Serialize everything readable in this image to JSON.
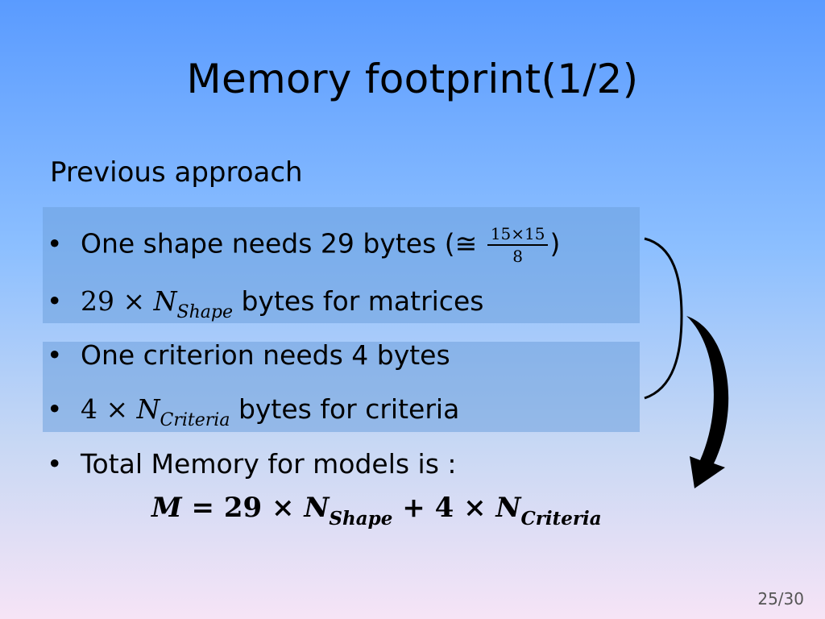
{
  "slide": {
    "title": "Memory footprint(1/2)",
    "subheading": "Previous approach",
    "bullet_char": "•",
    "bullets": [
      {
        "text": "One shape needs 29 bytes (",
        "approx": "≅",
        "frac_num": "15×15",
        "frac_den": "8",
        "close": ")"
      },
      {
        "coef": "29",
        "times": "×",
        "var": "N",
        "sub": "Shape",
        "text": " bytes for matrices"
      },
      {
        "text": "One criterion needs 4 bytes"
      },
      {
        "coef": "4",
        "times": "×",
        "var": "N",
        "sub": "Criteria",
        "text": " bytes for criteria"
      },
      {
        "text": "Total Memory for models is :"
      }
    ],
    "formula": {
      "lhs": "M",
      "eq": "=",
      "c1": "29",
      "times1": "×",
      "var1": "N",
      "sub1": "Shape",
      "plus": "+",
      "c2": "4",
      "times2": "×",
      "var2": "N",
      "sub2": "Criteria"
    },
    "page_number": "25/30"
  }
}
